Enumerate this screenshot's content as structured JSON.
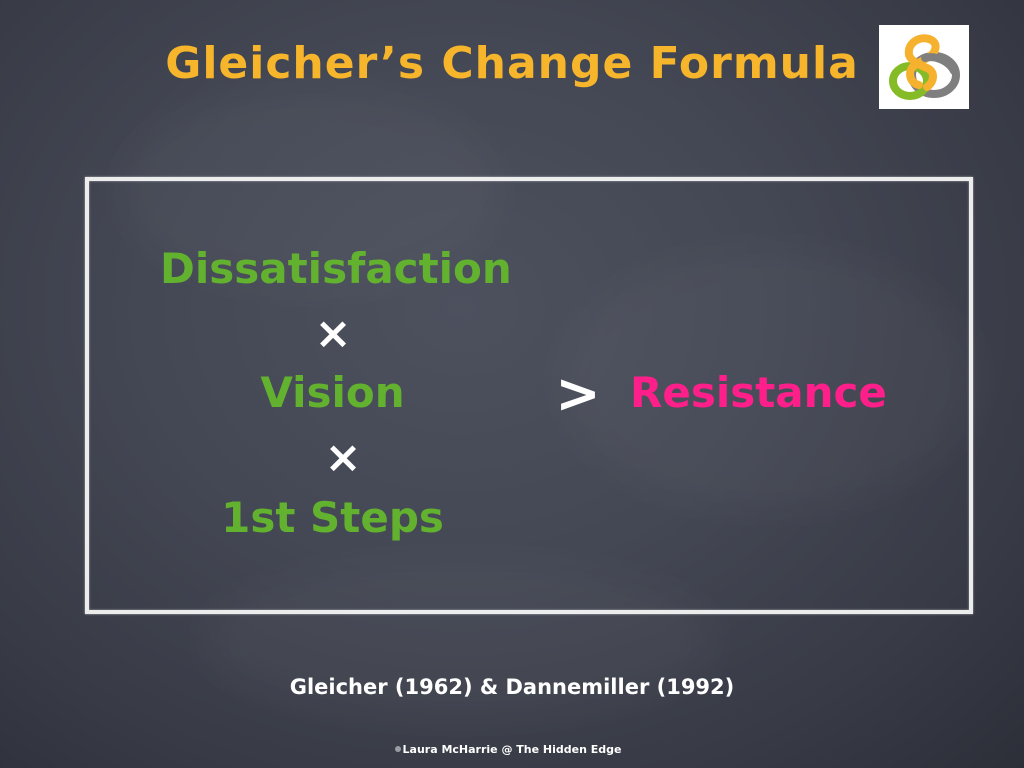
{
  "slide": {
    "title": "Gleicher’s Change Formula",
    "colors": {
      "title": "#f7b52c",
      "factor": "#62b22f",
      "resistance": "#ff1f8a",
      "operator": "#ffffff",
      "chalk": "#f4f4f4",
      "background": "#41444f"
    },
    "logo": {
      "icon": "interlocking-rings-logo",
      "ring_colors": [
        "#f6b22e",
        "#7f7f7f",
        "#84bb26"
      ]
    },
    "formula": {
      "factors": [
        "Dissatisfaction",
        "Vision",
        "1st Steps"
      ],
      "multiply_symbol": "×",
      "comparator": ">",
      "result": "Resistance"
    },
    "citation": "Gleicher (1962) & Dannemiller (1992)",
    "footer": "Laura McHarrie @ The Hidden Edge"
  }
}
